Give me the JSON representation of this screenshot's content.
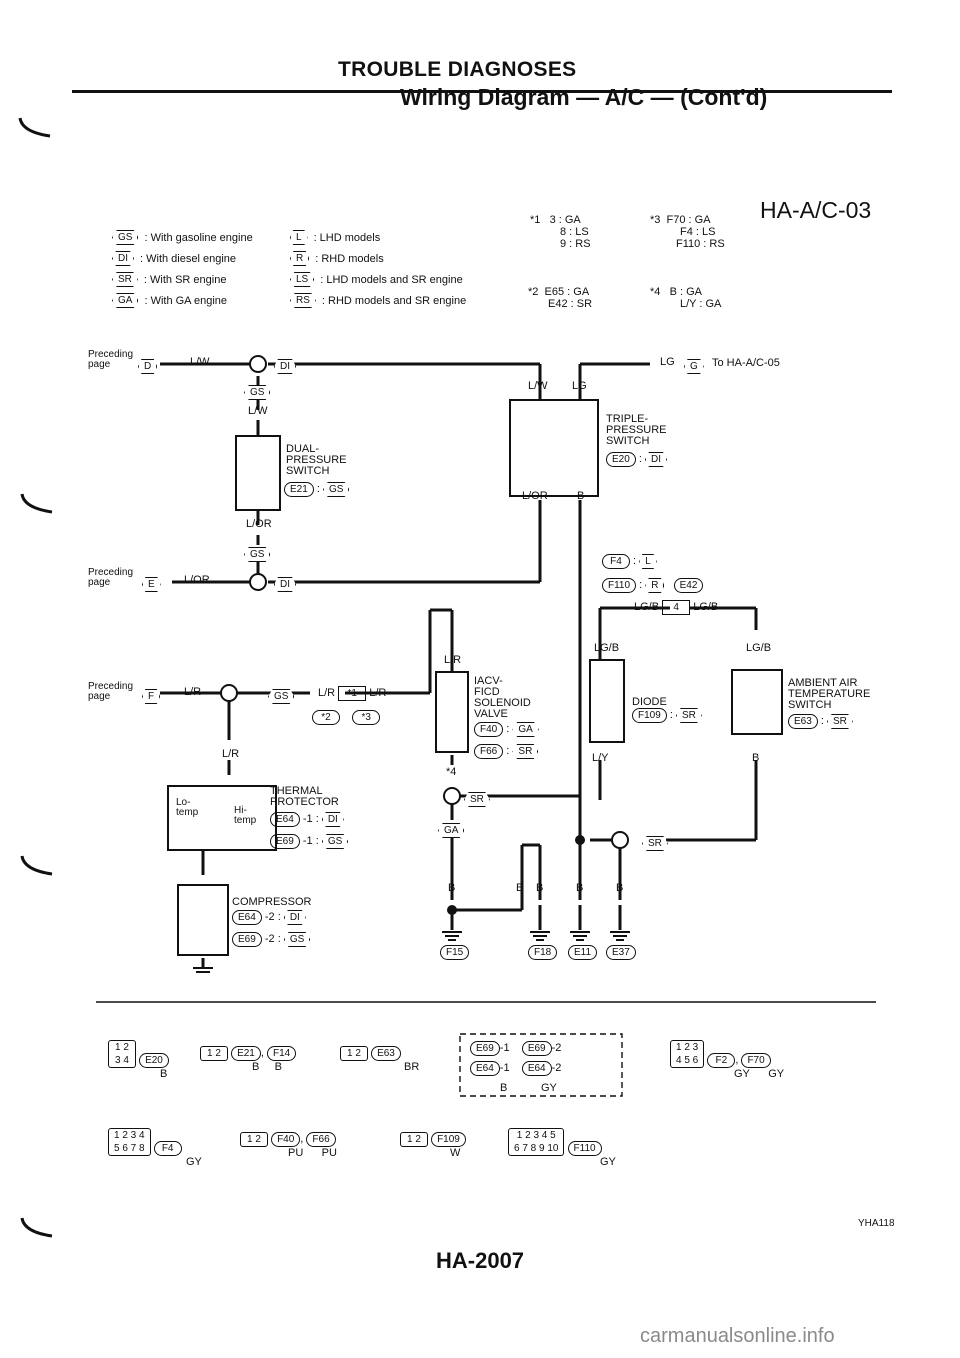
{
  "header": {
    "title": "TROUBLE DIAGNOSES",
    "subtitle": "Wiring Diagram — A/C — (Cont'd)",
    "diagram_code": "HA-A/C-03"
  },
  "legend": {
    "left": [
      {
        "code": "GS",
        "text": ": With gasoline engine"
      },
      {
        "code": "DI",
        "text": ": With diesel engine"
      },
      {
        "code": "SR",
        "text": ": With SR engine"
      },
      {
        "code": "GA",
        "text": ": With GA engine"
      }
    ],
    "right": [
      {
        "code": "L",
        "text": ": LHD models"
      },
      {
        "code": "R",
        "text": ": RHD models"
      },
      {
        "code": "LS",
        "text": ": LHD models and SR engine"
      },
      {
        "code": "RS",
        "text": ": RHD models and SR engine"
      }
    ]
  },
  "notes": {
    "n1": {
      "mark": "*1",
      "lines": [
        "3 : GA",
        "8 : LS",
        "9 : RS"
      ]
    },
    "n2": {
      "mark": "*2",
      "lines": [
        "E65 : GA",
        "E42 : SR"
      ]
    },
    "n3": {
      "mark": "*3",
      "lines": [
        "F70 : GA",
        "F4 : LS",
        "F110 : RS"
      ]
    },
    "n4": {
      "mark": "*4",
      "lines": [
        "B : GA",
        "L/Y : GA"
      ]
    }
  },
  "components": {
    "dual_pressure_switch": {
      "name": "DUAL-\nPRESSURE\nSWITCH",
      "l1": "DUAL-",
      "l2": "PRESSURE",
      "l3": "SWITCH",
      "conn": "E21",
      "cond": "GS"
    },
    "triple_pressure_switch": {
      "l1": "TRIPLE-",
      "l2": "PRESSURE",
      "l3": "SWITCH",
      "conn": "E20",
      "cond": "DI"
    },
    "iacv_valve": {
      "l1": "IACV-",
      "l2": "FICD",
      "l3": "SOLENOID",
      "l4": "VALVE",
      "conn1": "F40",
      "cond1": "GA",
      "conn2": "F66",
      "cond2": "SR"
    },
    "diode": {
      "l1": "DIODE",
      "conn": "F109",
      "cond": "SR"
    },
    "ambient_sensor": {
      "l1": "AMBIENT AIR",
      "l2": "TEMPERATURE",
      "l3": "SWITCH",
      "conn": "E63",
      "cond": "SR"
    },
    "thermal_protector": {
      "l1": "THERMAL",
      "l2": "PROTECTOR",
      "lo": "Lo-",
      "lo2": "temp",
      "hi": "Hi-",
      "hi2": "temp",
      "c1": "E64",
      "c1s": "-1 :",
      "cond1": "DI",
      "c2": "E69",
      "c2s": "-1 :",
      "cond2": "GS"
    },
    "compressor": {
      "l1": "COMPRESSOR",
      "c1": "E64",
      "c1s": "-2 :",
      "cond1": "DI",
      "c2": "E69",
      "c2s": "-2 :",
      "cond2": "GS"
    }
  },
  "preceding": {
    "label1": "Preceding",
    "label2": "page",
    "d": "D",
    "e": "E",
    "f": "F",
    "to_text": "To HA-A/C-05",
    "to_code": "G"
  },
  "wires": {
    "lw": "L/W",
    "lg": "LG",
    "lor": "L/OR",
    "ur": "L/R",
    "b": "B",
    "lgb": "LG/B",
    "ly": "L/Y",
    "di": "DI",
    "gs": "GS",
    "sr": "SR",
    "ga": "GA",
    "star1": "*1",
    "star2": "*2",
    "star3": "*3",
    "star4": "*4",
    "f4": "F4",
    "l": "L",
    "f110": "F110",
    "r": "R",
    "e42": "E42",
    "pin4": "4"
  },
  "grounds": [
    "F15",
    "F18",
    "E11",
    "E37"
  ],
  "connectors_row1": [
    {
      "code": "E20",
      "color": "B"
    },
    {
      "code": "E21",
      "code2": "F14",
      "color": "B",
      "color2": "B"
    },
    {
      "code": "E63",
      "color": "BR"
    },
    {
      "code": "E69",
      "code2": "E64",
      "suffix1": "-1",
      "suffix2": "-2",
      "color": "B",
      "color2": "GY"
    },
    {
      "code": "F2",
      "code2": "F70",
      "color": "GY",
      "color2": "GY"
    }
  ],
  "connectors_row2": [
    {
      "code": "F4",
      "color": "GY"
    },
    {
      "code": "F40",
      "code2": "F66",
      "color": "PU",
      "color2": "PU"
    },
    {
      "code": "F109",
      "color": "W"
    },
    {
      "code": "F110",
      "color": "GY"
    }
  ],
  "footer": {
    "code": "YHA118",
    "page": "HA-2007",
    "watermark": "carmanualsonline.info"
  }
}
